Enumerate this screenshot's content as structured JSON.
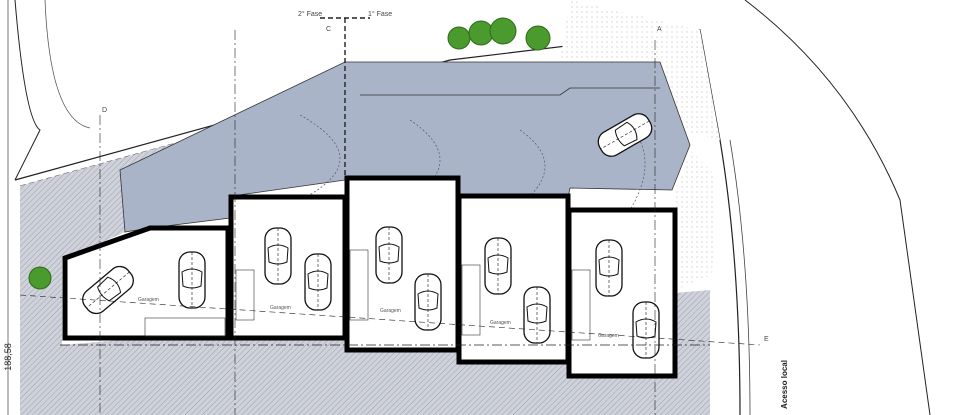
{
  "legend": {
    "phase_2": "2° Fase",
    "phase_1": "1° Fase"
  },
  "sections": {
    "a": "A",
    "c": "C",
    "d": "D",
    "e": "E"
  },
  "elevation": "188,58",
  "access_label": "Acesso local",
  "garage_label": "Garagem",
  "colors": {
    "paved_area": "#aab4c8",
    "hatched_ground": "#c9ccd4",
    "tree": "#4a9a2e",
    "wall": "#000000"
  },
  "units": [
    {
      "label": "Garagem"
    },
    {
      "label": "Garagem"
    },
    {
      "label": "Garagem"
    },
    {
      "label": "Garagem"
    },
    {
      "label": "Garagem"
    }
  ]
}
